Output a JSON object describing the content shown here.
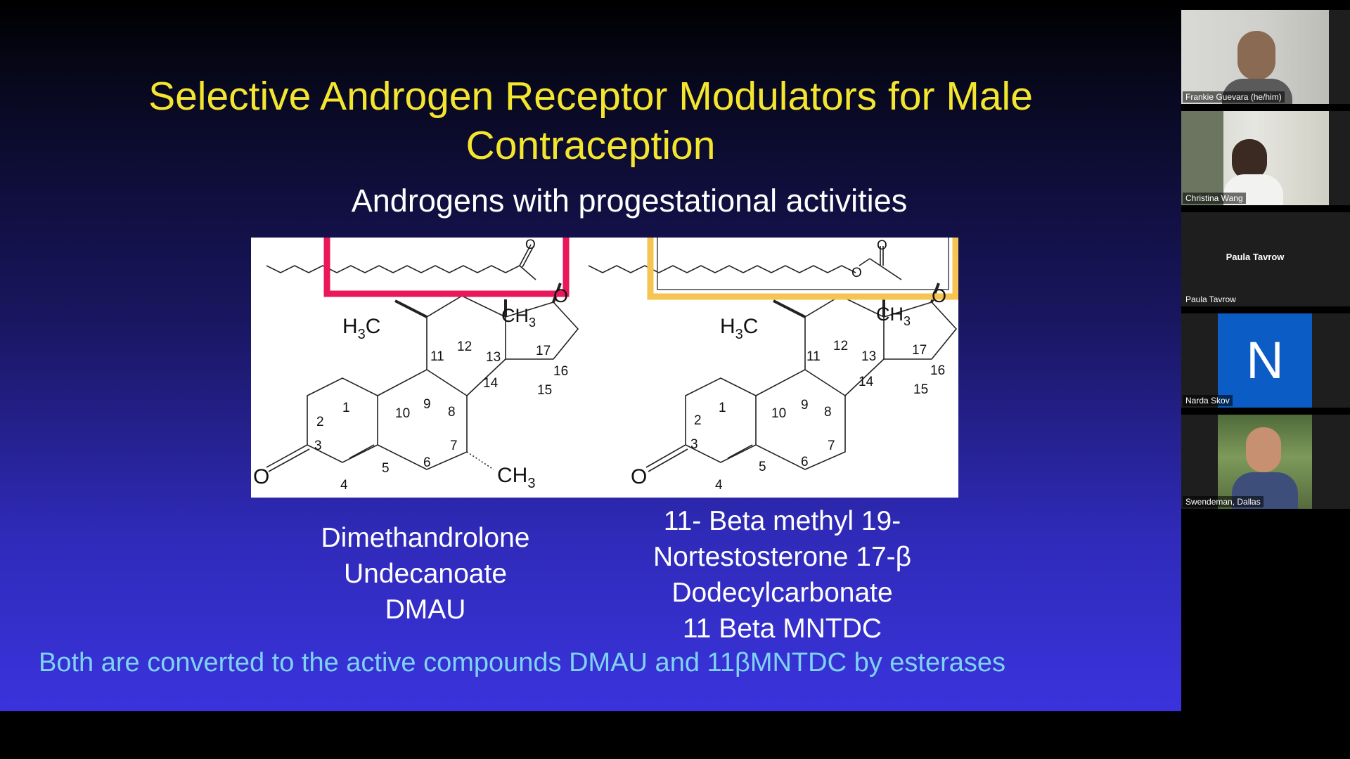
{
  "slide": {
    "title_line1": "Selective Androgen Receptor Modulators for Male",
    "title_line2": "Contraception",
    "subtitle": "Androgens with progestational activities",
    "compound_left": [
      "Dimethandrolone",
      "Undecanoate",
      "DMAU"
    ],
    "compound_right": [
      "11- Beta methyl  19-",
      "Nortestosterone 17-β",
      "Dodecylcarbonate",
      "11 Beta MNTDC"
    ],
    "footer": "Both are converted to the active compounds DMAU and 11βMNTDC by esterases",
    "colors": {
      "title": "#f4e62e",
      "footer": "#7fd3f2",
      "box_left": "#e8185a",
      "box_right": "#f5c452"
    }
  },
  "molecules": {
    "ring_numbers_left": [
      "1",
      "2",
      "3",
      "4",
      "5",
      "6",
      "7",
      "8",
      "9",
      "10",
      "11",
      "12",
      "13",
      "14",
      "15",
      "16",
      "17"
    ],
    "ring_numbers_right": [
      "1",
      "2",
      "3",
      "4",
      "5",
      "6",
      "7",
      "8",
      "9",
      "10",
      "11",
      "12",
      "13",
      "14",
      "15",
      "16",
      "17"
    ],
    "oxygen_label": "O",
    "h3c_h": "H",
    "h3c_sub": "3",
    "h3c_c": "C",
    "ch3_ch": "CH",
    "ch3_sub": "3"
  },
  "participants": [
    {
      "name": "Frankie Guevara (he/him)",
      "type": "video"
    },
    {
      "name": "Christina Wang",
      "type": "video"
    },
    {
      "name": "Paula Tavrow",
      "center_label": "Paula Tavrow",
      "type": "no-video"
    },
    {
      "name": "Narda Skov",
      "initial": "N",
      "type": "avatar"
    },
    {
      "name": "Swendeman, Dallas",
      "type": "video"
    }
  ]
}
